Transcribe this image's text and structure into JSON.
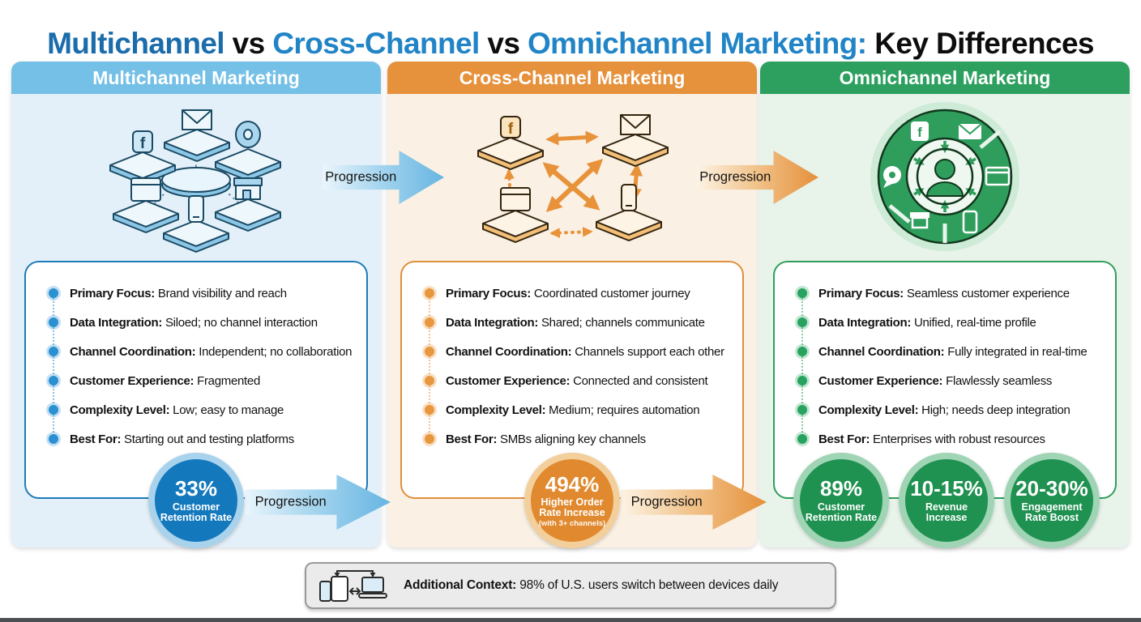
{
  "title": {
    "parts": [
      {
        "text": "Multichannel",
        "color": "#1b6cab"
      },
      {
        "text": " vs ",
        "color": "#0d0d0d"
      },
      {
        "text": "Cross-Channel",
        "color": "#2184c6"
      },
      {
        "text": " vs ",
        "color": "#0d0d0d"
      },
      {
        "text": "Omnichannel Marketing:",
        "color": "#2184c6"
      },
      {
        "text": " Key Differences",
        "color": "#0d0d0d"
      }
    ]
  },
  "labels": {
    "progression": "Progression"
  },
  "columns": [
    {
      "header": "Multichannel Marketing",
      "colors": {
        "header_bg": "#74c0e6",
        "panel_bg": "#e3f0f9",
        "card_border": "#1d7ab8",
        "bullet": "#2a90d1",
        "stat_core": "#1478bd",
        "stat_ring": "#a9d3ec"
      },
      "features": [
        {
          "label": "Primary Focus:",
          "value": "Brand visibility and reach"
        },
        {
          "label": "Data Integration:",
          "value": "Siloed; no channel interaction"
        },
        {
          "label": "Channel Coordination:",
          "value": "Independent; no collaboration"
        },
        {
          "label": "Customer Experience:",
          "value": "Fragmented"
        },
        {
          "label": "Complexity Level:",
          "value": "Low; easy to manage"
        },
        {
          "label": "Best For:",
          "value": "Starting out and testing platforms"
        }
      ],
      "stats": [
        {
          "value": "33%",
          "label": "Customer Retention Rate"
        }
      ]
    },
    {
      "header": "Cross-Channel Marketing",
      "colors": {
        "header_bg": "#e6913c",
        "panel_bg": "#faf0e3",
        "card_border": "#df8f3e",
        "bullet": "#e8973f",
        "stat_core": "#e0892f",
        "stat_ring": "#f3cf9b"
      },
      "features": [
        {
          "label": "Primary Focus:",
          "value": "Coordinated customer journey"
        },
        {
          "label": "Data Integration:",
          "value": "Shared; channels communicate"
        },
        {
          "label": "Channel Coordination:",
          "value": "Channels support each other"
        },
        {
          "label": "Customer Experience:",
          "value": "Connected and consistent"
        },
        {
          "label": "Complexity Level:",
          "value": "Medium; requires automation"
        },
        {
          "label": "Best For:",
          "value": "SMBs aligning key channels"
        }
      ],
      "stats": [
        {
          "value": "494%",
          "label": "Higher Order Rate Increase",
          "sublabel": "(with 3+ channels)"
        }
      ]
    },
    {
      "header": "Omnichannel Marketing",
      "colors": {
        "header_bg": "#2da05f",
        "panel_bg": "#e8f3ea",
        "card_border": "#2f9e5d",
        "bullet": "#27a35f",
        "stat_core": "#1f9150",
        "stat_ring": "#9fd4b4"
      },
      "features": [
        {
          "label": "Primary Focus:",
          "value": "Seamless customer experience"
        },
        {
          "label": "Data Integration:",
          "value": "Unified, real-time profile"
        },
        {
          "label": "Channel Coordination:",
          "value": "Fully integrated in real-time"
        },
        {
          "label": "Customer Experience:",
          "value": "Flawlessly seamless"
        },
        {
          "label": "Complexity Level:",
          "value": "High; needs deep integration"
        },
        {
          "label": "Best For:",
          "value": "Enterprises with robust resources"
        }
      ],
      "stats": [
        {
          "value": "89%",
          "label": "Customer Retention Rate"
        },
        {
          "value": "10-15%",
          "label": "Revenue Increase"
        },
        {
          "value": "20-30%",
          "label": "Engagement Rate Boost"
        }
      ]
    }
  ],
  "illustrations": {
    "multichannel": {
      "type": "hub-and-spoke",
      "center": "brand-hub",
      "channel_icons": [
        "facebook",
        "email",
        "media-disc",
        "browser",
        "phone",
        "store"
      ]
    },
    "cross_channel": {
      "type": "interconnected-channels",
      "channel_icons": [
        "facebook",
        "email",
        "browser",
        "phone"
      ]
    },
    "omnichannel": {
      "type": "customer-centric-ring",
      "center": "customer",
      "channel_icons": [
        "facebook",
        "email",
        "chat",
        "browser",
        "store",
        "phone"
      ]
    }
  },
  "footer": {
    "icon": "devices-sync-icon",
    "bold": "Additional Context:",
    "text": " 98% of U.S. users switch between devices daily"
  }
}
